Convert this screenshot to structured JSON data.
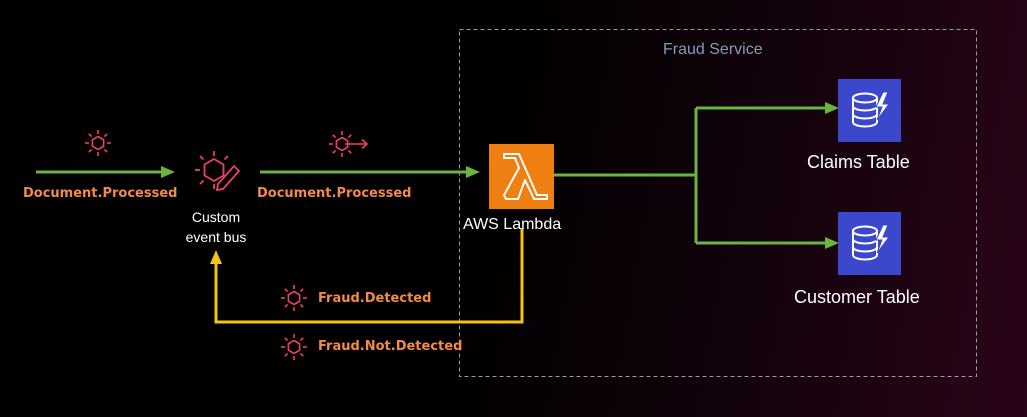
{
  "service_box": {
    "title": "Fraud Service"
  },
  "events": {
    "incoming": "Document.Processed",
    "outgoing": "Document.Processed",
    "fraud_detected": "Fraud.Detected",
    "fraud_not_detected": "Fraud.Not.Detected"
  },
  "event_bus": {
    "label_line1": "Custom",
    "label_line2": "event bus"
  },
  "lambda": {
    "label": "AWS Lambda"
  },
  "tables": {
    "claims": "Claims Table",
    "customer": "Customer Table"
  },
  "colors": {
    "event_orange": "#f28a4a",
    "event_pink": "#ef3f63",
    "flow_green": "#6db33f",
    "return_yellow": "#f5c316",
    "lambda_orange": "#f07f12",
    "dynamodb_blue": "#3b48cc",
    "box_border": "#9a9aa6"
  },
  "icons": {
    "event": "event-icon",
    "event_bus": "event-bus-icon",
    "event_forward": "event-forward-icon",
    "lambda": "lambda-icon",
    "dynamodb": "dynamodb-icon"
  }
}
